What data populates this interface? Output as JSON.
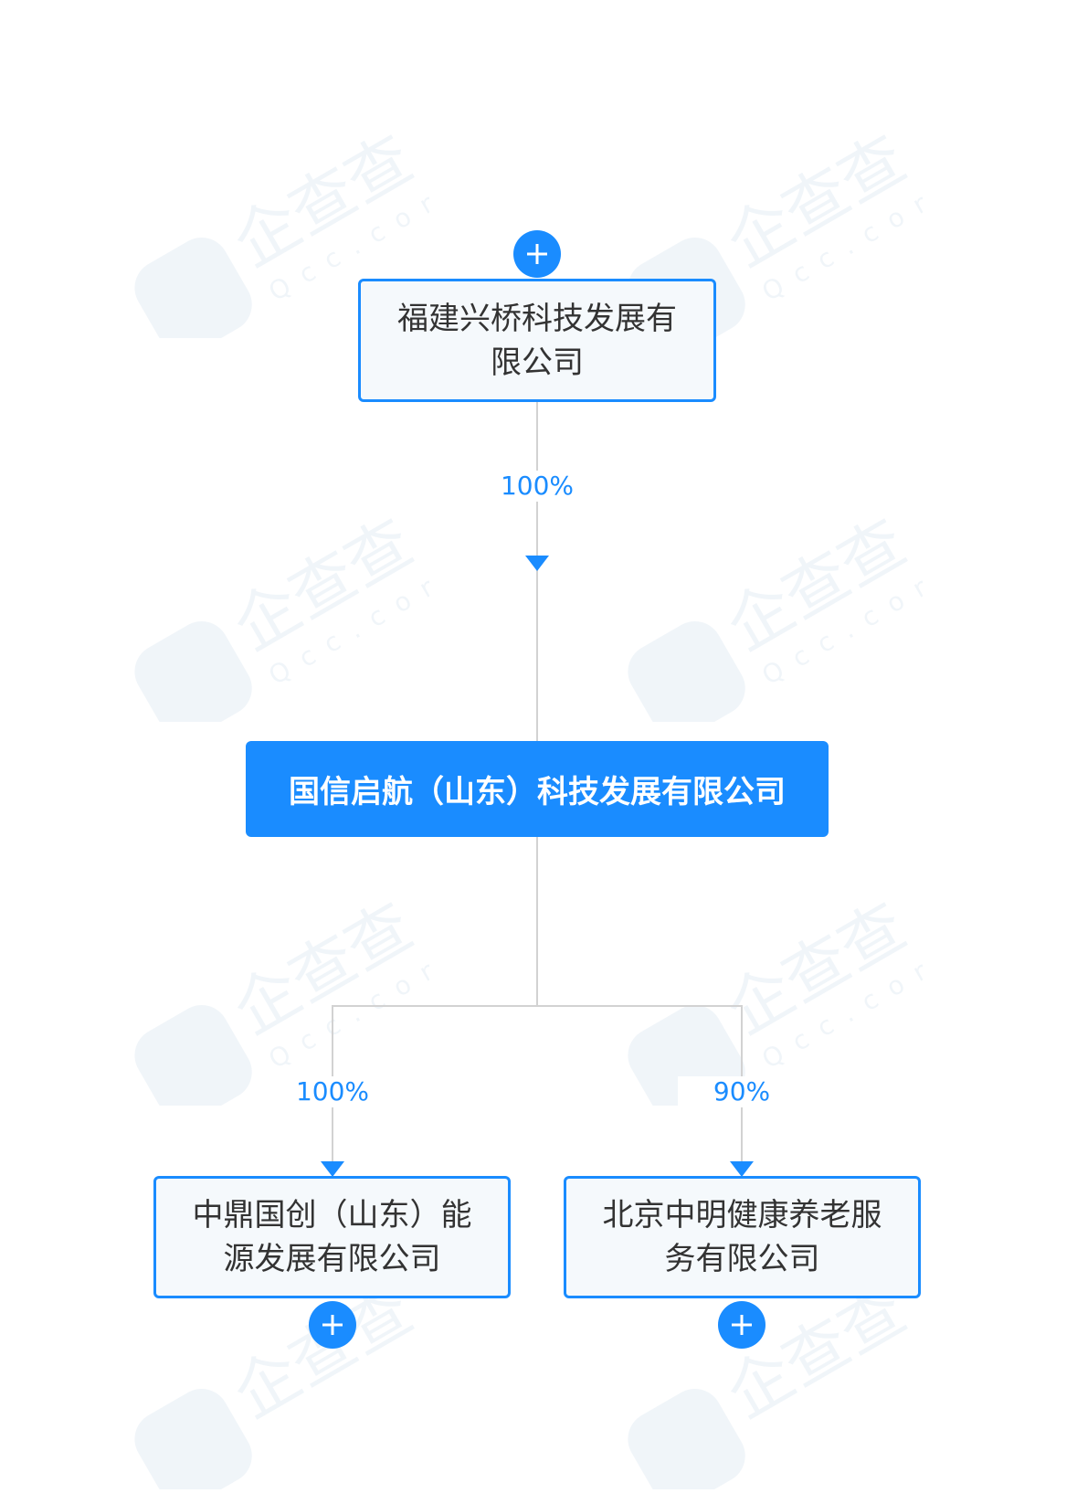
{
  "diagram": {
    "type": "equity-structure",
    "shareholder": {
      "name": "福建兴桥科技发展有限公司",
      "share": "100%"
    },
    "center": {
      "name": "国信启航（山东）科技发展有限公司"
    },
    "subsidiaries": [
      {
        "name": "中鼎国创（山东）能源发展有限公司",
        "share": "100%"
      },
      {
        "name": "北京中明健康养老服务有限公司",
        "share": "90%"
      }
    ],
    "watermark": {
      "text": "企查查",
      "domain": "Qcc.com"
    },
    "colors": {
      "accent": "#1a8cff",
      "line": "#d2d2d2",
      "node_fill": "#f5f9fc",
      "text": "#333333"
    },
    "icons": {
      "expand": "plus-icon",
      "arrow": "down-arrow-icon"
    }
  }
}
